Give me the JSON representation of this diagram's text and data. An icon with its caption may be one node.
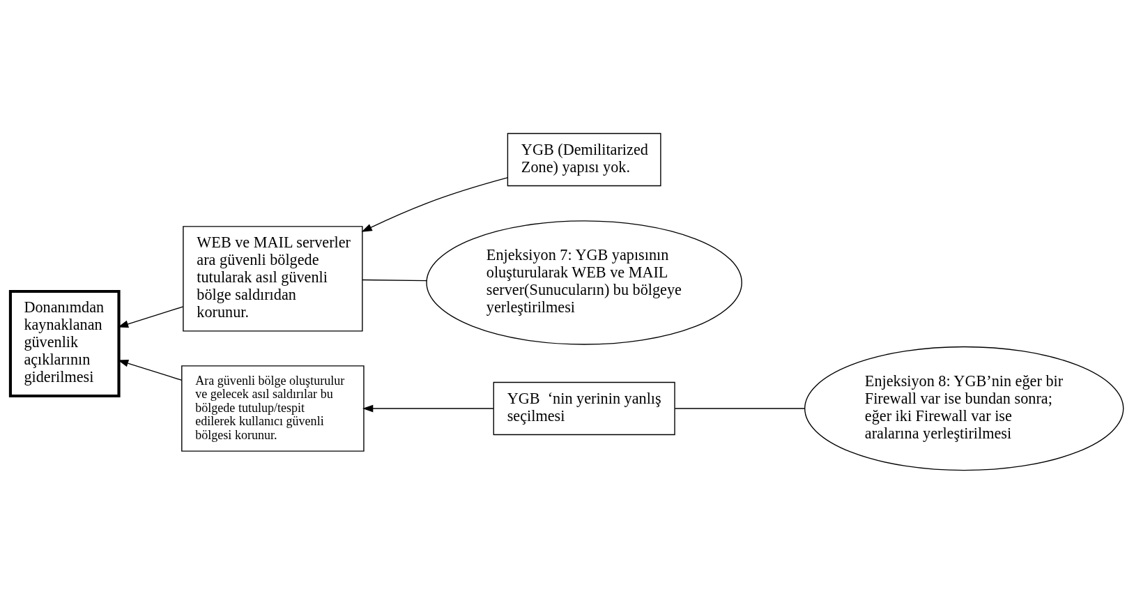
{
  "diagram": {
    "nodes": [
      {
        "text": [
          "Donanımdan kaynaklanan güvenlik açıklarının giderilmesi"
        ]
      },
      {
        "text": [
          "WEB ve MAIL serverler ara güvenli bölgede tutularak asıl güvenli bölge saldırıdan korunur."
        ]
      },
      {
        "text": [
          "YGB (Demilitarized Zone) yapısı yok."
        ]
      },
      {
        "text": [
          "Ara güvenli bölge oluşturulur ve gelecek asıl saldırılar bu bölgede tutulup/tespit edilerek kullanıcı güvenli bölgesi korunur."
        ]
      },
      {
        "text": [
          "YGB  ‘nin yerinin yanlış seçilmesi"
        ]
      },
      {
        "text": [
          "Enjeksiyon 7: YGB yapısının oluşturularak WEB ve MAIL server(Sunucuların) bu bölgeye yerleştirilmesi"
        ]
      },
      {
        "text": [
          "Enjeksiyon 8: YGB’nin eğer bir Firewall var ise bundan sonra; eğer iki Firewall var ise aralarına yerleştirilmesi"
        ]
      }
    ],
    "edges": [
      {
        "from": 2,
        "to": 1,
        "arrow": "to"
      },
      {
        "from": 1,
        "to": 0,
        "arrow": "to"
      },
      {
        "from": 3,
        "to": 0,
        "arrow": "to"
      },
      {
        "from": 4,
        "to": 3,
        "arrow": "to"
      },
      {
        "from": 5,
        "to": 1,
        "arrow": "none"
      },
      {
        "from": 6,
        "to": 4,
        "arrow": "none"
      }
    ]
  }
}
